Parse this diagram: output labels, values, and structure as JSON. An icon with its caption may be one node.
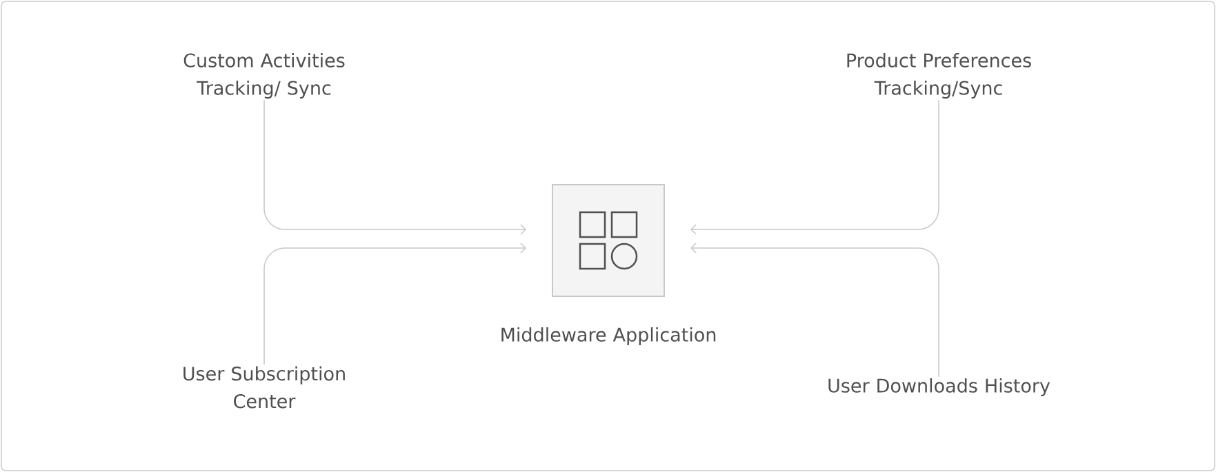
{
  "diagram": {
    "nodes": [
      {
        "text": [
          "Custom Activities Tracking/ Sync"
        ]
      },
      {
        "text": [
          "Product Preferences Tracking/Sync"
        ]
      },
      {
        "text": [
          "Middleware Application"
        ]
      },
      {
        "text": [
          "User Subscription Center"
        ]
      },
      {
        "text": [
          "User Downloads History"
        ]
      }
    ],
    "edges": [
      {
        "from": 0,
        "to": 2,
        "arrow": "to"
      },
      {
        "from": 3,
        "to": 2,
        "arrow": "to"
      },
      {
        "from": 1,
        "to": 2,
        "arrow": "to"
      },
      {
        "from": 4,
        "to": 2,
        "arrow": "to"
      }
    ]
  }
}
